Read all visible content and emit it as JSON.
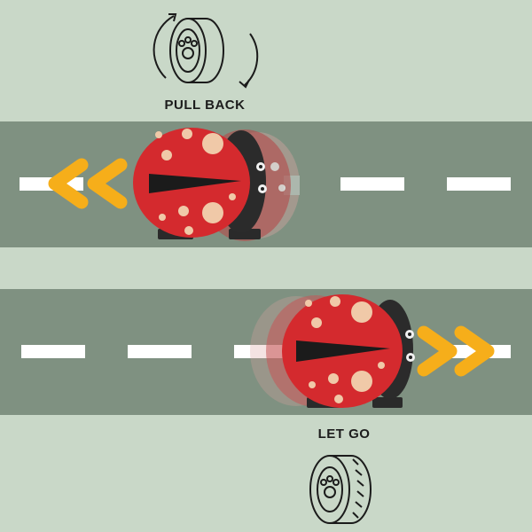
{
  "labels": {
    "pull_back": "PULL BACK",
    "let_go": "LET GO"
  },
  "icons": {
    "wheel": "wheel-rotate-icon",
    "arrows": "chevron-arrows-icon",
    "ladybug": "ladybug-car"
  },
  "colors": {
    "background": "#c9d8c8",
    "road": "#7f9181",
    "lane": "#ffffff",
    "arrow": "#f6ae1a",
    "shell": "#d42a2e",
    "spots": "#f0c9a8"
  }
}
